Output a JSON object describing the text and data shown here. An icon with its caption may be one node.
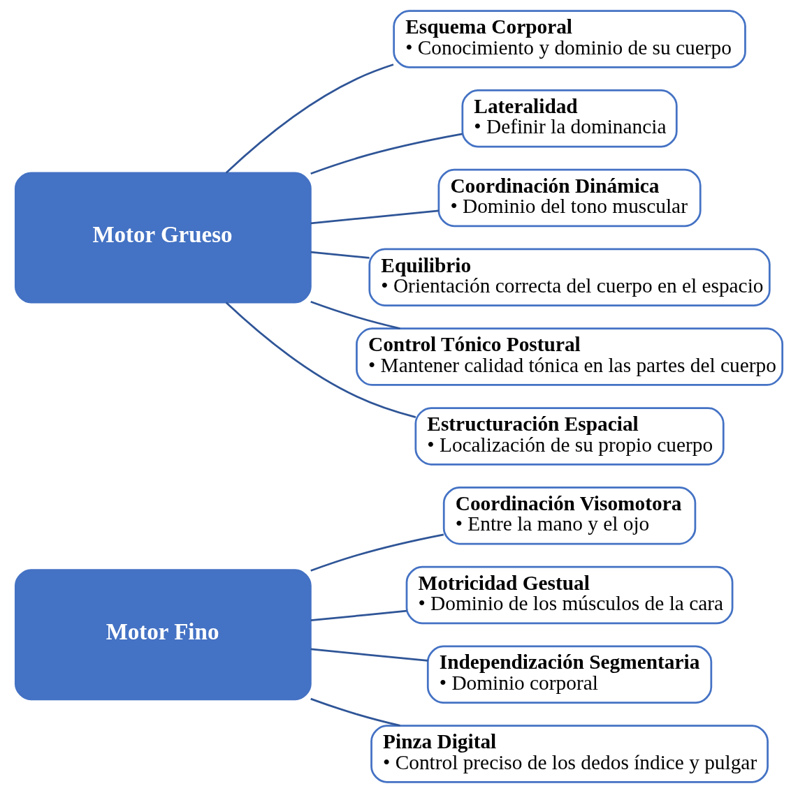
{
  "diagram": {
    "nodes": [
      {
        "text": [
          "Motor Fino"
        ]
      },
      {
        "text": [
          "Coordinación Visomotora",
          "• Entre la mano y el ojo"
        ]
      },
      {
        "text": [
          "Motricidad Gestual",
          "• Dominio de los músculos de la cara"
        ]
      },
      {
        "text": [
          "Independización Segmentaria",
          "• Dominio corporal"
        ]
      },
      {
        "text": [
          "Pinza Digital",
          "• Control preciso de los dedos índice y pulgar"
        ]
      },
      {
        "text": [
          "Motor Grueso"
        ]
      },
      {
        "text": [
          "Esquema Corporal",
          "• Conocimiento y dominio de su cuerpo"
        ]
      },
      {
        "text": [
          "Lateralidad",
          "• Definir la dominancia"
        ]
      },
      {
        "text": [
          "Coordinación Dinámica",
          "• Dominio del tono muscular"
        ]
      },
      {
        "text": [
          "Equilibrio",
          "• Orientación correcta del cuerpo en el espacio"
        ]
      },
      {
        "text": [
          "Control Tónico Postural",
          "• Mantener calidad tónica en las partes del cuerpo"
        ]
      },
      {
        "text": [
          "Estructuración Espacial",
          "• Localización de su propio cuerpo"
        ]
      }
    ],
    "edges": [
      {
        "from": 0,
        "to": 1,
        "arrow": "none"
      },
      {
        "from": 0,
        "to": 2,
        "arrow": "none"
      },
      {
        "from": 0,
        "to": 3,
        "arrow": "none"
      },
      {
        "from": 0,
        "to": 4,
        "arrow": "none"
      },
      {
        "from": 5,
        "to": 6,
        "arrow": "none"
      },
      {
        "from": 5,
        "to": 7,
        "arrow": "none"
      },
      {
        "from": 5,
        "to": 8,
        "arrow": "none"
      },
      {
        "from": 5,
        "to": 9,
        "arrow": "none"
      },
      {
        "from": 5,
        "to": 10,
        "arrow": "none"
      },
      {
        "from": 5,
        "to": 11,
        "arrow": "none"
      }
    ]
  }
}
